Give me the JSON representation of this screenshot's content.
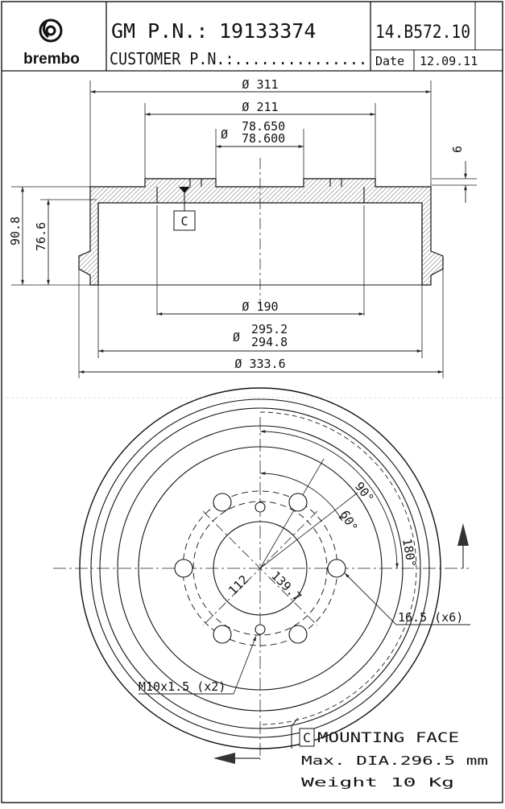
{
  "title_block": {
    "brand": "brembo",
    "gm_pn_label": "GM P.N.:",
    "gm_pn_value": "19133374",
    "customer_pn": "CUSTOMER P.N.:...............",
    "part_number": "14.B572.10",
    "date_label": "Date",
    "date_value": "12.09.11"
  },
  "section_view": {
    "dim_outer_flange": "Ø 311",
    "dim_hat": "Ø 211",
    "dim_center_hole_max": "78.650",
    "dim_center_hole_min": "78.600",
    "center_hole_prefix": "Ø",
    "dim_thickness": "6",
    "dim_total_height": "90.8",
    "dim_inner_height": "76.6",
    "datum_label": "C",
    "dim_inner_bore": "Ø 190",
    "dim_braking_max": "295.2",
    "dim_braking_min": "294.8",
    "braking_prefix": "Ø",
    "dim_overall": "Ø 333.6"
  },
  "front_view": {
    "angle_90": "90°",
    "angle_60": "60°",
    "angle_180": "180°",
    "dim_pilot": "112",
    "dim_pcd": "139.7",
    "hole_spec": "16.5 (x6)",
    "thread_spec": "M10x1.5 (x2)"
  },
  "notes": {
    "datum_ref": "C",
    "mounting_face": "MOUNTING FACE",
    "max_dia": "Max. DIA.296.5 mm",
    "weight": "Weight  10  Kg"
  }
}
